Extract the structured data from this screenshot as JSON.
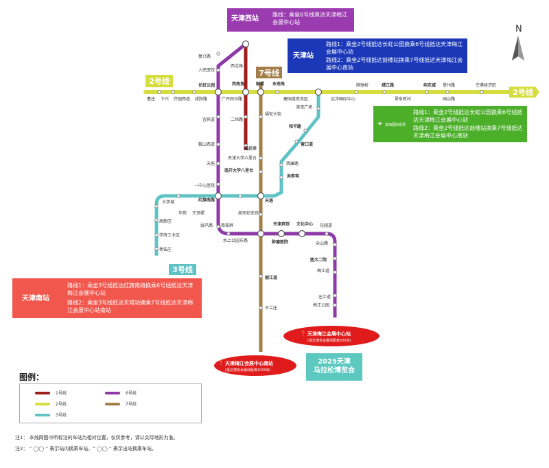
{
  "colors": {
    "line1": "#9c1f1d",
    "line2": "#d6dd3f",
    "line3": "#5fc3c6",
    "line6": "#8e3ba8",
    "line7": "#a37e48",
    "xizhan_box": "#9b3bb0",
    "tianjin_box": "#1a38b8",
    "airport_box": "#4caf2a",
    "nanzhan_box": "#f2574d",
    "marathon_box": "#5cc8c0",
    "expo_marker": "#e01b1b"
  },
  "compass": {
    "label": "N"
  },
  "line_labels": {
    "line2_left": "2号线",
    "line2_right": "2号线",
    "line7": "7号线",
    "line3": "3号线"
  },
  "boxes": {
    "xizhan": {
      "title": "天津西站",
      "route": "路线：乘坐6号线直达天津梅江会展中心站"
    },
    "tianjin": {
      "title": "天津站",
      "route1": "路线1：乘坐2号线抵达长虹公园换乘6号线抵达天津梅江会展中心站",
      "route2": "路线2：乘坐2号线抵达鼓楼站换乘7号线抵达天津梅江会展中心南站"
    },
    "airport": {
      "title": "滨海国际机场",
      "route1": "路线1：乘坐2号线抵达长虹公园换乘6号线抵达天津梅江会展中心站",
      "route2": "路线2：乘坐2号线抵达鼓楼站换乘7号线抵达天津梅江会展中心南站"
    },
    "nanzhan": {
      "title": "天津南站",
      "route1": "路线1：乘坐3号线抵达红旗南路换乘6号线抵达天津梅江会展中心站",
      "route2": "路线2：乘坐3号线抵达天塔站换乘7号线抵达天津梅江会展中心站南站"
    },
    "marathon": {
      "line1": "2025天津",
      "line2": "马拉松博览会"
    }
  },
  "expo_markers": {
    "meijiang": {
      "name": "天津梅江会展中心站",
      "sub": "(抵达博览会最线距离500米)"
    },
    "meijiang_south": {
      "name": "天津梅江会展中心南站",
      "sub": "(抵达博览会最线距离1000米)"
    }
  },
  "stations": {
    "fuxinglu": "复兴路",
    "renminyiyuan": "人民医院",
    "changhonggongyuan": "长虹公园",
    "xibeijiao": "西北角",
    "xinanjiao": "西南角",
    "gulou": "鼓楼",
    "dongnanjiao": "东南角",
    "jianguodao": "建国道意风区",
    "yuanyang": "远洋国际中心",
    "shunchiqiao": "顺驰桥",
    "jingjianglu": "靖江路",
    "cuifuxincun": "翠阜新村",
    "yudongcheng": "屿东城",
    "dengzhoulu": "登州路",
    "guoshanlu": "国山路",
    "konggang": "空港经济区",
    "caozhuang": "曹庄",
    "bianxing": "卞兴",
    "fenghuangxidao": "芥园西道",
    "xianyanglu": "咸阳路",
    "guangkaisimalu": "广开四马路",
    "erweilu": "二纬路",
    "hailuosi": "海光寺",
    "fuan": "福安大街",
    "jinwanguangchang": "津湾广场",
    "hepinglu": "和平路",
    "yingkoudao": "营口道",
    "xikangludao": "西康路",
    "wujiayao": "吴家窑",
    "yibindao": "宜宾道",
    "anshanxidao": "鞍山西道",
    "tianta_small": "天拖",
    "tianjindaxueliu": "天津大学六里台",
    "nankaibali": "南开大学八里台",
    "yizhongxinyiyuan": "一中心医院",
    "daxuecheng": "大学城",
    "hongqinanlu": "红旗南路",
    "huayuan": "华苑",
    "wangdingdi": "王顶堤",
    "zhouenlai": "周邓纪念馆",
    "tianta": "天塔",
    "gaoxinqu": "高新区",
    "xuefugongye": "学府工业区",
    "yangwuzhuang": "杨伍庄",
    "lingbinlu": "弱爪路",
    "nancuiping": "南翠屏",
    "shuishanggongyuan": "水上公园东路",
    "tianjinbinguan": "天津宾馆",
    "wenhuazhongxin": "文化中心",
    "leyuandao": "乐园道",
    "zhongyiyiyuan": "肿瘤医院",
    "jianshanlu": "尖山路",
    "yidaerlu": "医大二院",
    "meijiangdao": "梅江道",
    "lijiangdao": "丽江道",
    "zuojiang": "左江道",
    "meijianggongyuan": "梅江公园",
    "wanglanzhuang": "王兰庄"
  },
  "legend": {
    "title": "图例：",
    "items": [
      {
        "label": "1号线",
        "color": "#9c1f1d"
      },
      {
        "label": "6号线",
        "color": "#8e3ba8"
      },
      {
        "label": "2号线",
        "color": "#d6dd3f"
      },
      {
        "label": "7号线",
        "color": "#a37e48"
      },
      {
        "label": "3号线",
        "color": "#5fc3c6"
      }
    ]
  },
  "notes": {
    "note1": "注1：  本线网图中所标注的车站为相对位置，仅供参考，请以实际地形为准。",
    "note2": "注2：  “ ◯◯ ” 表示站内换乘车站，“ ◯◯ ” 表示出站换乘车站。"
  }
}
